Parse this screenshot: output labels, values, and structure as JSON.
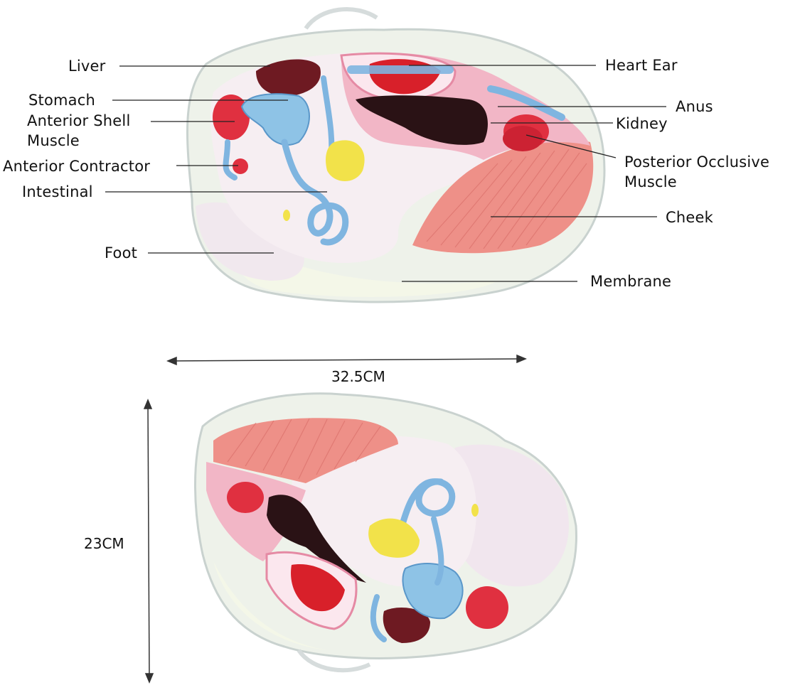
{
  "labels": {
    "liver": "Liver",
    "stomach": "Stomach",
    "anterior_shell_muscle": "Anterior Shell Muscle",
    "anterior_contractor": "Anterior Contractor",
    "intestinal": "Intestinal",
    "foot": "Foot",
    "heart_ear": "Heart Ear",
    "anus": "Anus",
    "kidney": "Kidney",
    "posterior_occlusive_muscle": "Posterior Occlusive Muscle",
    "cheek": "Cheek",
    "membrane": "Membrane"
  },
  "dimensions": {
    "width": "32.5CM",
    "height": "23CM"
  },
  "colors": {
    "liver": "#6e1a22",
    "stomach": "#8ec3e6",
    "muscle": "#e03040",
    "intestine": "#7fb5e0",
    "foot": "#f3eef0",
    "heart": "#d8202a",
    "kidney_gland": "#2a1215",
    "cheek": "#ef8f86",
    "membrane": "#f4f7e8",
    "gonad": "#f2e24a",
    "mantle_pink": "#f0b8c8"
  }
}
